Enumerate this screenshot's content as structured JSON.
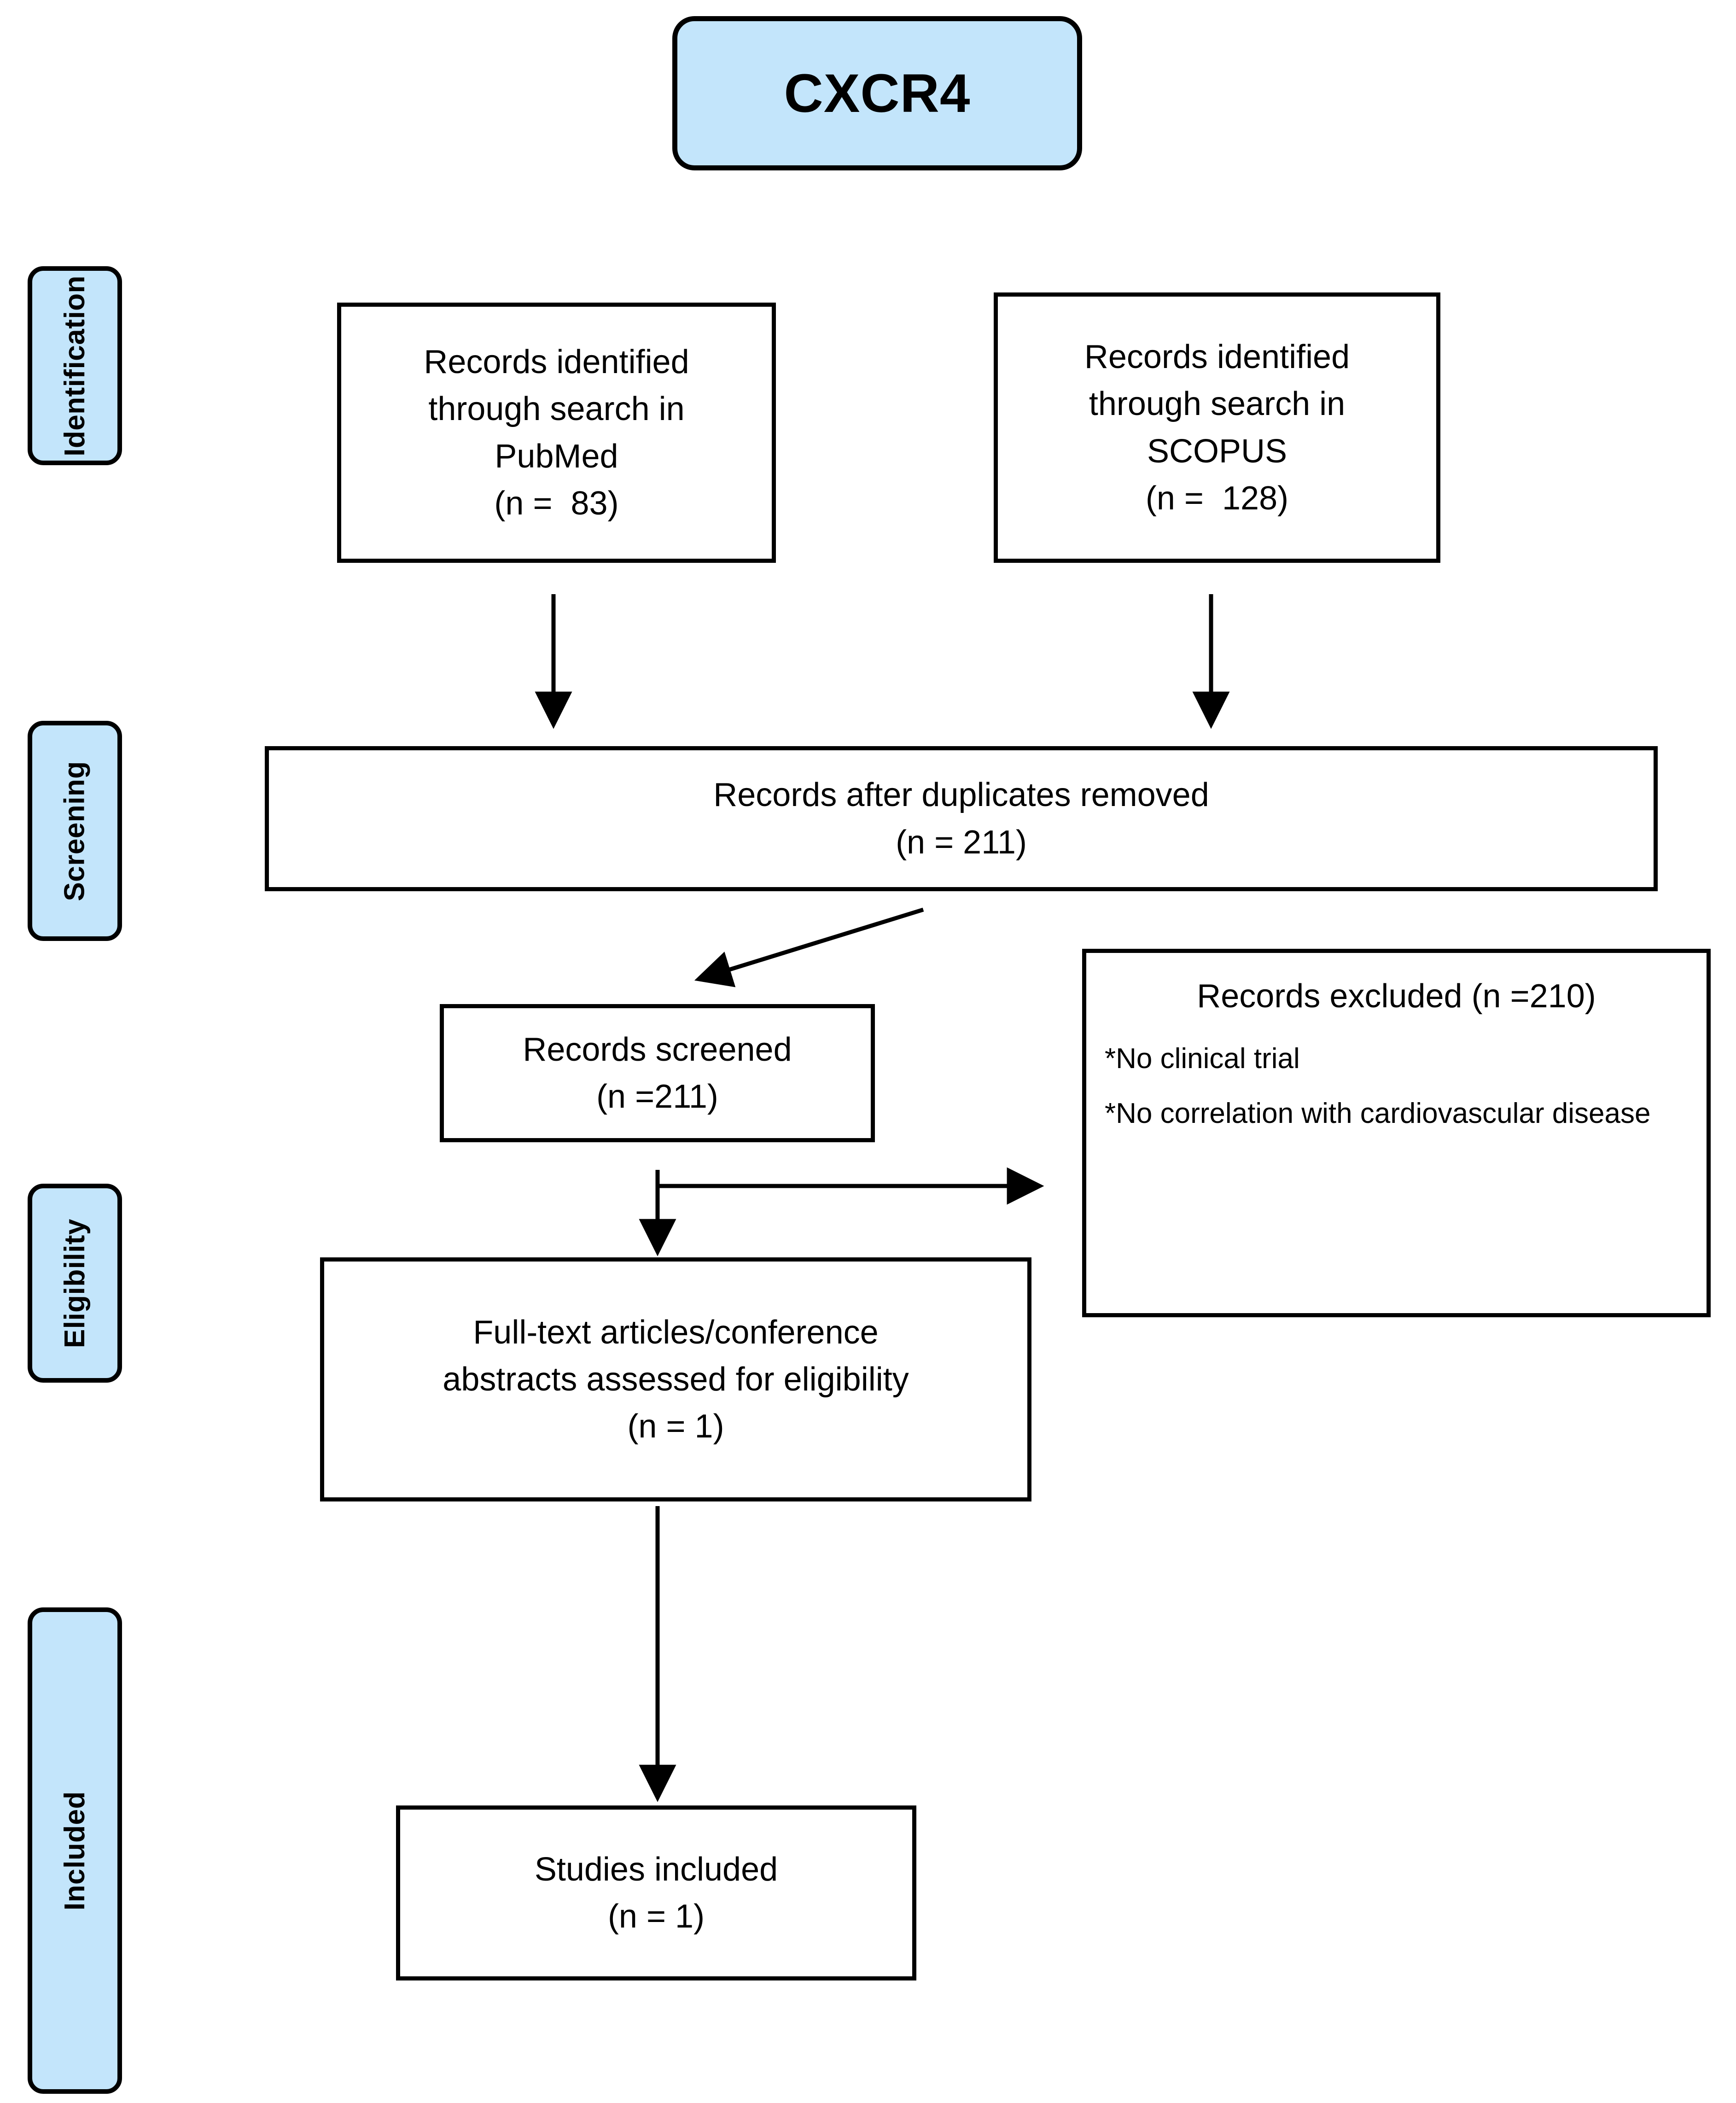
{
  "title": {
    "label": "CXCR4"
  },
  "colors": {
    "accent_fill": "#c3e5fb",
    "border": "#000000",
    "page_background": "#ffffff"
  },
  "stages": [
    {
      "id": "identification",
      "label": "Identification"
    },
    {
      "id": "screening",
      "label": "Screening"
    },
    {
      "id": "eligibility",
      "label": "Eligibility"
    },
    {
      "id": "included",
      "label": "Included"
    }
  ],
  "boxes": {
    "pubmed": {
      "line1": "Records identified",
      "line2": "through search in",
      "line3": "PubMed",
      "line4": "(n =  83)"
    },
    "scopus": {
      "line1": "Records identified",
      "line2": "through search in",
      "line3": "SCOPUS",
      "line4": "(n =  128)"
    },
    "duplicates": {
      "line1": "Records after duplicates removed",
      "line2": "(n = 211)"
    },
    "screened": {
      "line1": "Records screened",
      "line2": "(n =211)"
    },
    "excluded": {
      "title": "Records excluded (n =210)",
      "item1": "*No clinical trial",
      "item2": "*No correlation with cardiovascular disease"
    },
    "fulltext": {
      "line1": "Full-text articles/conference",
      "line2": "abstracts assessed for eligibility",
      "line3": "(n = 1)"
    },
    "included": {
      "line1": "Studies included",
      "line2": "(n = 1)"
    }
  },
  "connectors": [
    {
      "name": "pubmed-to-duplicates",
      "type": "arrow-down"
    },
    {
      "name": "scopus-to-duplicates",
      "type": "arrow-down"
    },
    {
      "name": "duplicates-to-screened",
      "type": "arrow-diagonal"
    },
    {
      "name": "screened-to-excluded",
      "type": "arrow-right"
    },
    {
      "name": "screened-to-fulltext",
      "type": "arrow-down"
    },
    {
      "name": "fulltext-to-included",
      "type": "arrow-down"
    }
  ]
}
